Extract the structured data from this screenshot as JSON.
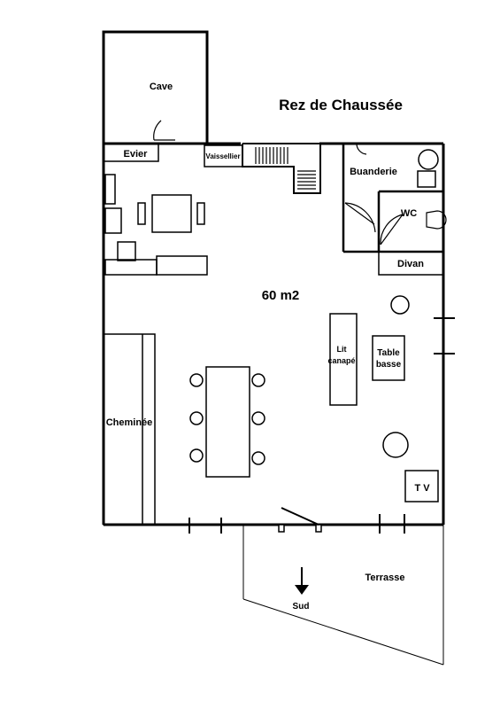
{
  "plan": {
    "title": "Rez de Chaussée",
    "area": "60  m2",
    "rooms": {
      "cave": "Cave",
      "evier": "Evier",
      "vaissellier": "Vaissellier",
      "buanderie": "Buanderie",
      "wc": "WC",
      "divan": "Divan",
      "lit_canape_line1": "Lit",
      "lit_canape_line2": "canapé",
      "table_basse_line1": "Table",
      "table_basse_line2": "basse",
      "cheminee": "Cheminée",
      "tv": "T V",
      "terrasse": "Terrasse",
      "sud": "Sud"
    }
  }
}
